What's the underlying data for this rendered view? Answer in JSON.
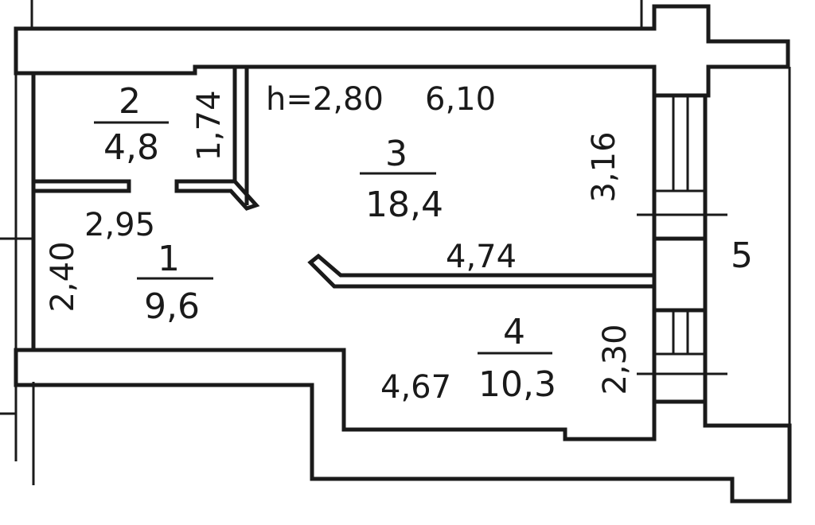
{
  "ceiling_height": "h=2,80",
  "rooms": [
    {
      "number": "1",
      "area": "9,6"
    },
    {
      "number": "2",
      "area": "4,8"
    },
    {
      "number": "3",
      "area": "18,4"
    },
    {
      "number": "4",
      "area": "10,3"
    },
    {
      "number": "5"
    }
  ],
  "dimensions": {
    "room3_top": "6,10",
    "room2_side": "1,74",
    "room3_side": "3,16",
    "room1_top": "2,95",
    "room1_side": "2,40",
    "partition": "4,74",
    "room4_bottom": "4,67",
    "room4_side": "2,30"
  }
}
